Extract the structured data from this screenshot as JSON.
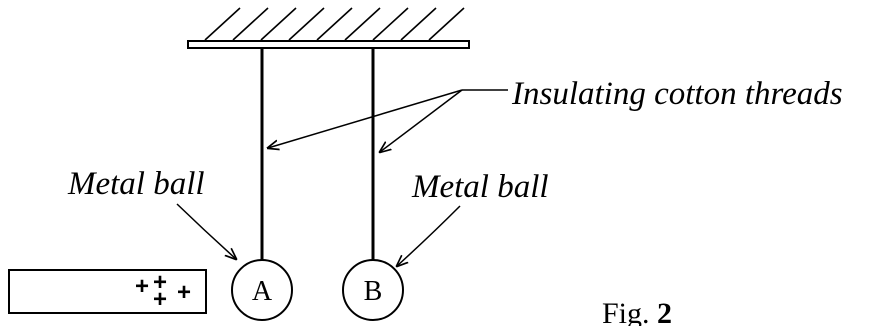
{
  "labels": {
    "threads": "Insulating cotton threads",
    "metal_ball_left": "Metal ball",
    "metal_ball_right": "Metal ball",
    "ball_a": "A",
    "ball_b": "B",
    "figure_prefix": "Fig.",
    "figure_number": "2"
  },
  "rod_charges": [
    "+",
    "+",
    "+",
    "+"
  ]
}
